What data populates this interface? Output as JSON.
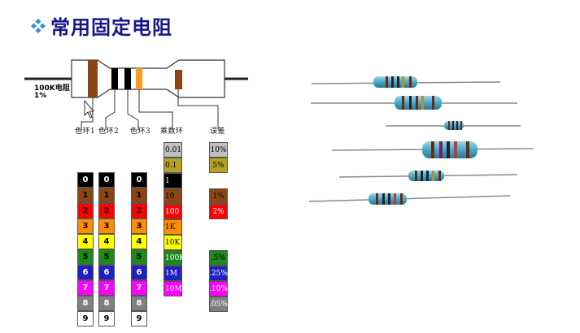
{
  "title": "常用固定电阻",
  "resistor_label": {
    "line1": "100K电阻",
    "line2": "1%"
  },
  "column_headers": [
    "色环1",
    "色环2",
    "色环3",
    "乘数环",
    "误差"
  ],
  "digit_bands": [
    {
      "label": "0",
      "bg": "#000000",
      "fg": "#ffffff"
    },
    {
      "label": "1",
      "bg": "#8b4513",
      "fg": "#000000"
    },
    {
      "label": "2",
      "bg": "#ff0000",
      "fg": "#000000"
    },
    {
      "label": "3",
      "bg": "#ff8c00",
      "fg": "#000000"
    },
    {
      "label": "4",
      "bg": "#ffff00",
      "fg": "#000000"
    },
    {
      "label": "5",
      "bg": "#1a8a1a",
      "fg": "#000000"
    },
    {
      "label": "6",
      "bg": "#2020c0",
      "fg": "#ffffff"
    },
    {
      "label": "7",
      "bg": "#ff00ff",
      "fg": "#ffffff"
    },
    {
      "label": "8",
      "bg": "#808080",
      "fg": "#ffffff"
    },
    {
      "label": "9",
      "bg": "#ffffff",
      "fg": "#000000"
    }
  ],
  "multiplier_bands": [
    {
      "label": "0.01",
      "bg": "#c0c0c0",
      "fg": "#000000"
    },
    {
      "label": "0.1",
      "bg": "#b8a020",
      "fg": "#000000"
    },
    {
      "label": "1",
      "bg": "#000000",
      "fg": "#ffffff"
    },
    {
      "label": "10",
      "bg": "#8b4513",
      "fg": "#000000"
    },
    {
      "label": "100",
      "bg": "#ff0000",
      "fg": "#ffffff"
    },
    {
      "label": "1K",
      "bg": "#ff8c00",
      "fg": "#000000"
    },
    {
      "label": "10K",
      "bg": "#ffff00",
      "fg": "#000000"
    },
    {
      "label": "100K",
      "bg": "#1a8a1a",
      "fg": "#ffffff"
    },
    {
      "label": "1M",
      "bg": "#2020c0",
      "fg": "#ffffff"
    },
    {
      "label": "10M",
      "bg": "#ff00ff",
      "fg": "#ffffff"
    }
  ],
  "tolerance_bands": [
    {
      "label": "10%",
      "bg": "#c0c0c0",
      "fg": "#000000"
    },
    {
      "label": "5%",
      "bg": "#b8a020",
      "fg": "#000000"
    },
    null,
    {
      "label": "1%",
      "bg": "#8b4513",
      "fg": "#000000"
    },
    {
      "label": "2%",
      "bg": "#ff0000",
      "fg": "#ffffff"
    },
    null,
    null,
    {
      "label": ".5%",
      "bg": "#1a8a1a",
      "fg": "#000000"
    },
    {
      "label": ".25%",
      "bg": "#2020c0",
      "fg": "#ffffff"
    },
    {
      "label": ".10%",
      "bg": "#ff00ff",
      "fg": "#ffffff"
    },
    {
      "label": ".05%",
      "bg": "#808080",
      "fg": "#ffffff"
    }
  ],
  "colors": {
    "title": "#16168a",
    "bullet": "#3a8fd0",
    "resistor_body": "#58b4d4"
  }
}
